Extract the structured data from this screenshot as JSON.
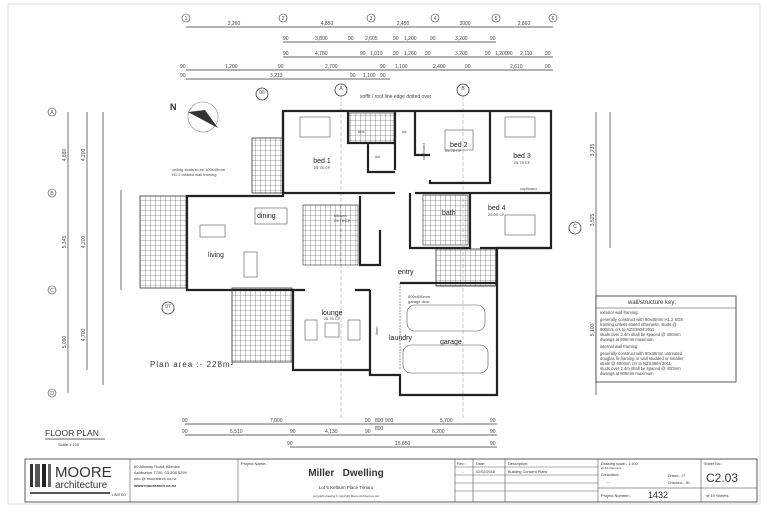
{
  "drawing": {
    "title": "FLOOR PLAN",
    "scale": "Scale 1:100",
    "plan_area": "Plan area :-  228m²",
    "soffit_note": "soffit / roof line edge dotted over",
    "ceiling_note_1": "ceiling studs to be 100x45mm",
    "ceiling_note_2": "H1.2 treated wall framing",
    "garage_note_1": "800x800mm",
    "garage_note_2": "garage door",
    "grid_columns": [
      "1",
      "2",
      "3",
      "4",
      "5",
      "6"
    ],
    "grid_rows": [
      "A",
      "B",
      "C",
      "D"
    ],
    "section_markers": [
      "A",
      "B",
      "C",
      "06",
      "07"
    ]
  },
  "dimensions": {
    "top_row_1": [
      "3,260",
      "4,850",
      "2,450",
      "3000",
      "2,860"
    ],
    "top_row_2": [
      "90",
      "3,800",
      "90",
      "2,605",
      "90",
      "1,200",
      "90",
      "3,200",
      "90"
    ],
    "top_row_3": [
      "90",
      "4,780",
      "90",
      "1,010",
      "90",
      "1,260",
      "90",
      "3,200",
      "90",
      "1,200",
      "90",
      "2,110",
      "90"
    ],
    "top_row_4": [
      "90",
      "1,200",
      "90",
      "2,700",
      "90",
      "1,100",
      "2,400",
      "90",
      "2,610",
      "90"
    ],
    "top_row_5": [
      "90",
      "3,213",
      "90",
      "1,100",
      "90"
    ],
    "bottom_row_1": [
      "90",
      "7,000",
      "90",
      "800",
      "900",
      "5,700",
      "90"
    ],
    "bottom_row_2": [
      "90",
      "5,510",
      "90",
      "4,130",
      "90",
      "800",
      "6,200",
      "90"
    ],
    "bottom_row_3": [
      "90",
      "15,850",
      "90"
    ],
    "left_outer": [
      "4,880",
      "5,345",
      "5,090"
    ],
    "left_inner": [
      "4,200",
      "4,200",
      "4,700"
    ],
    "right_outer": [
      "3,235",
      "3,525",
      "5,100"
    ]
  },
  "rooms": [
    {
      "name": "bed 1",
      "area": "25.78 CF"
    },
    {
      "name": "ens",
      "area": ""
    },
    {
      "name": "wir",
      "area": ""
    },
    {
      "name": "wc",
      "area": ""
    },
    {
      "name": "bed 2",
      "area": "25.78 CF"
    },
    {
      "name": "bed 3",
      "area": "25.78 CF"
    },
    {
      "name": "cupboard",
      "area": ""
    },
    {
      "name": "bed 4",
      "area": "25.09 CF"
    },
    {
      "name": "bath",
      "area": ""
    },
    {
      "name": "dining",
      "area": ""
    },
    {
      "name": "kitchen",
      "area": "25.78 CF"
    },
    {
      "name": "living",
      "area": ""
    },
    {
      "name": "entry",
      "area": ""
    },
    {
      "name": "lounge",
      "area": "25.78 CF"
    },
    {
      "name": "laundry",
      "area": ""
    },
    {
      "name": "garage",
      "area": ""
    },
    {
      "name": "cupboard",
      "area": ""
    },
    {
      "name": "linen",
      "area": ""
    }
  ],
  "wall_key": {
    "title": "wall/structure key:",
    "lines": [
      "exterior wall framing:",
      "generally construct with 90x45mm H1.2 SG8",
      "framing unless stated otherwise, studs @",
      "600mm crs to NZS3604:2011",
      "studs over 2.4m shall be spaced @ 400mm",
      "dwangs at 800mm maximum",
      "internal wall framing:",
      "generally construct with 90x45mm untreated",
      "douglas fir framing or wall studded or smaller,",
      "studs @ 600mm crs to NZS3604:2011",
      "studs over 2.4m shall be spaced @ 400mm",
      "dwangs at 800mm maximum"
    ]
  },
  "title_block": {
    "logo_main": "MOORE",
    "logo_sub": "architecture",
    "logo_limited": "LIMITED",
    "address": [
      "60 Alloway Road, Allenton",
      "Ashburton 7700, 03 308 5299",
      "info @ moorearch.co.nz",
      "www.moorearch.co.nz"
    ],
    "project_name_label": "Project Name:-",
    "project_name": "Miller   Dwelling",
    "project_address": "Lot 6  Kelburn Place Timaru",
    "copyright": "copyright drawing © copyright Moore Architecture Ltd",
    "rev_label": "Rev:",
    "date_label": "Date:",
    "description_label": "Description:",
    "rev": "-",
    "date": "02/02/2018",
    "description": "Building Consent Plans",
    "drawing_scale": "Drawing scale:- 1:100",
    "sheet_size": "@ A3 sheet size",
    "consultant_label": "Consultant:-",
    "consultant": "—",
    "drawn": "Drawn:- JT",
    "checked": "Checked:- JM",
    "project_number_label": "Project Number:-",
    "project_number": "1432",
    "sheet_no_label": "Sheet No:-",
    "sheet_no": "C2.03",
    "sheet_of": "of 10 Sheets"
  }
}
